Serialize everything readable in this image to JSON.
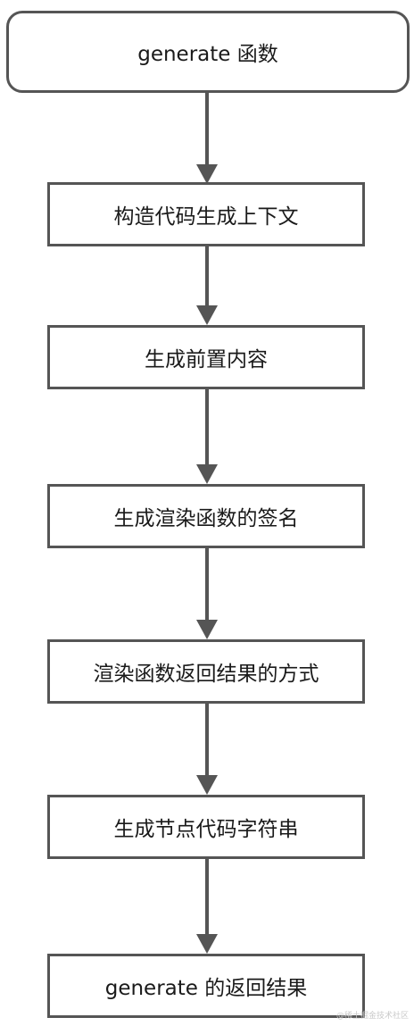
{
  "flowchart": {
    "steps": [
      "generate 函数",
      "构造代码生成上下文",
      "生成前置内容",
      "生成渲染函数的签名",
      "渲染函数返回结果的方式",
      "生成节点代码字符串",
      "generate 的返回结果"
    ]
  },
  "watermark": "@稀土掘金技术社区",
  "colors": {
    "border": "#555555",
    "arrow": "#555555",
    "text": "#1a1a1a",
    "background": "#ffffff"
  }
}
